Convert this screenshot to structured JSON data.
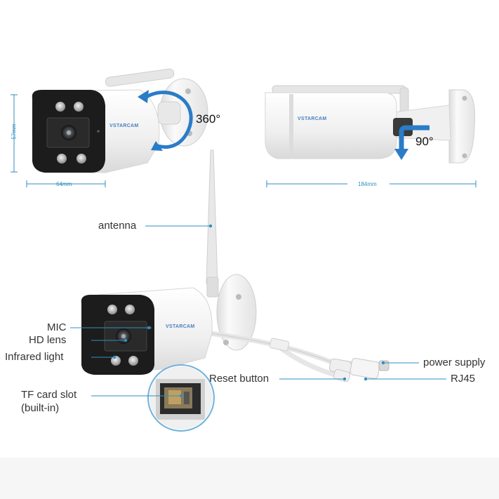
{
  "dimensions": {
    "height_front": "57mm",
    "width_front": "64mm",
    "length_side": "184mm"
  },
  "rotation": {
    "horizontal": "360°",
    "vertical": "90°"
  },
  "brand": {
    "name": "VSTARCAM"
  },
  "callouts": {
    "antenna": "antenna",
    "mic": "MIC",
    "hd_lens": "HD lens",
    "infrared_light": "Infrared light",
    "tf_card_slot": "TF card slot",
    "tf_card_slot_note": "(built-in)",
    "reset_button": "Reset button",
    "power_supply": "power supply",
    "rj45": "RJ45"
  },
  "colors": {
    "accent_blue": "#2f8fc0",
    "arrow_blue": "#2a7cc7",
    "camera_body": "#f4f4f4",
    "camera_face": "#1c1c1c"
  }
}
